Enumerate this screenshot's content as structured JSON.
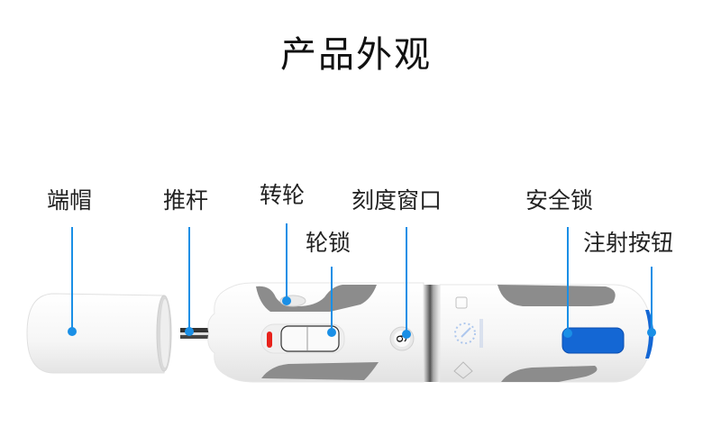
{
  "title": "产品外观",
  "accent_color": "#1a8fe6",
  "labels": {
    "end_cap": "端帽",
    "push_rod": "推杆",
    "dial_wheel": "转轮",
    "wheel_lock": "轮锁",
    "scale_window": "刻度窗口",
    "safety_lock": "安全锁",
    "injection_button": "注射按钮"
  },
  "device": {
    "scale_digit": "6",
    "body_color": "#f4f4f4",
    "grip_color": "#8c8c8c",
    "safety_lock_color": "#1467d4",
    "indicator_color": "#e8221b"
  }
}
